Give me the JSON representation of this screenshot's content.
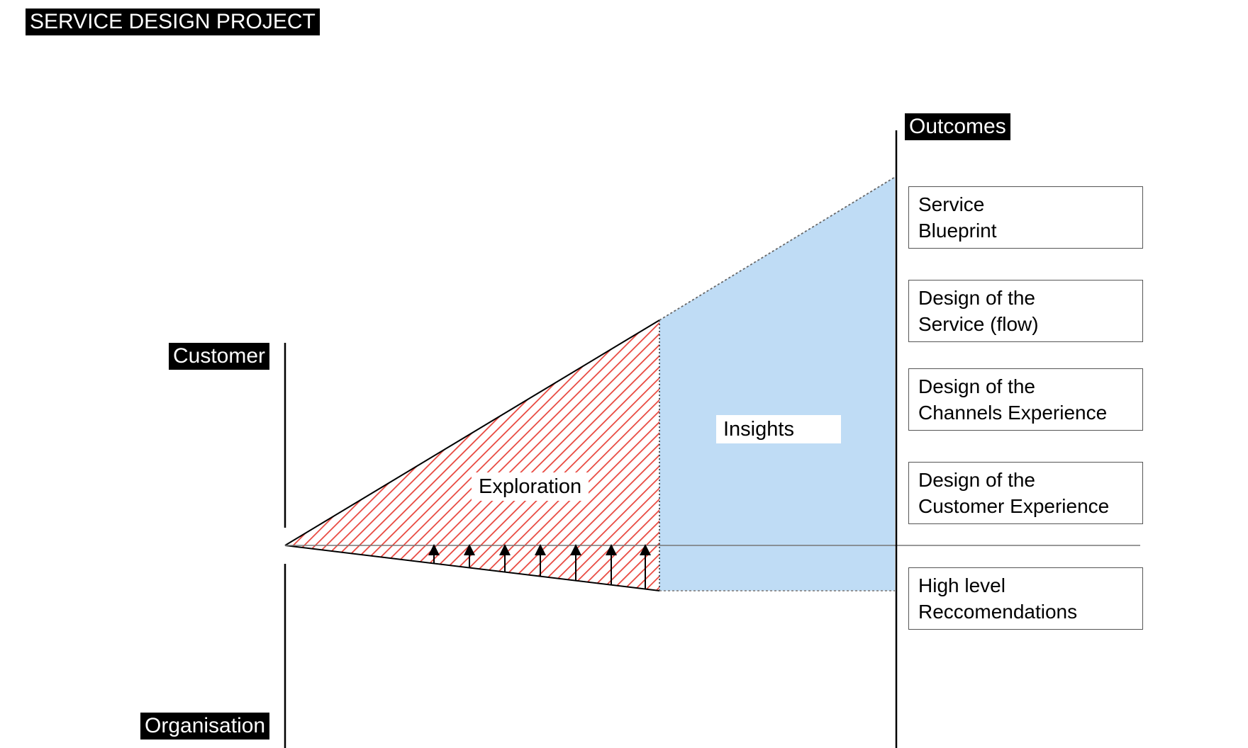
{
  "title": "SERVICE DESIGN PROJECT",
  "axis": {
    "customer_label": "Customer",
    "organisation_label": "Organisation",
    "outcomes_label": "Outcomes"
  },
  "phases": {
    "exploration_label": "Exploration",
    "insights_label": "Insights"
  },
  "outcomes": [
    {
      "line1": "Service",
      "line2": "Blueprint"
    },
    {
      "line1": "Design of the",
      "line2": "Service (flow)"
    },
    {
      "line1": "Design of the",
      "line2": "Channels Experience"
    },
    {
      "line1": "Design of the",
      "line2": "Customer Experience"
    },
    {
      "line1": "High level",
      "line2": "Reccomendations"
    }
  ],
  "colors": {
    "hatch": "#e8453c",
    "insights_fill": "#bfdcf5",
    "label_bg": "#000000"
  }
}
